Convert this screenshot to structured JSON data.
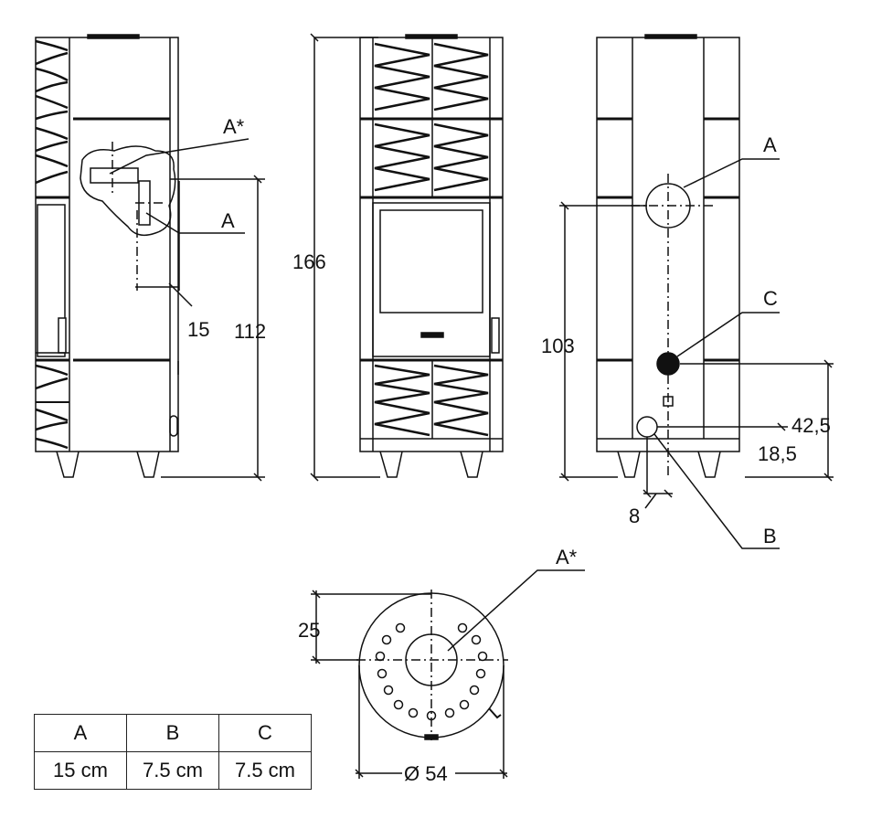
{
  "labels": {
    "a_star_side": "A*",
    "a_side": "A",
    "a_back": "A",
    "c_back": "C",
    "b_back": "B",
    "a_star_top": "A*"
  },
  "dimensions": {
    "side_offset": "15",
    "side_height": "112",
    "front_height": "166",
    "back_height": "103",
    "back_c_height": "42,5",
    "back_b_height": "18,5",
    "back_b_offset": "8",
    "top_depth": "25",
    "top_diameter": "Ø 54"
  },
  "table": {
    "headers": [
      "A",
      "B",
      "C"
    ],
    "values": [
      "15 cm",
      "7.5 cm",
      "7.5 cm"
    ]
  }
}
